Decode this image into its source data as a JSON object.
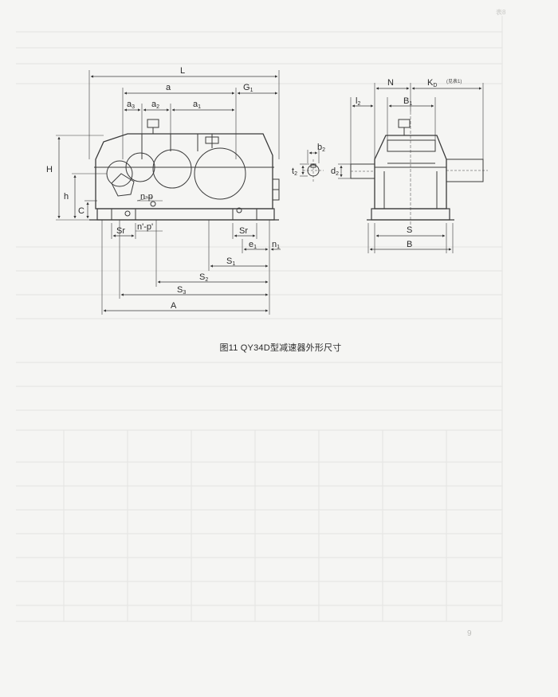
{
  "header": {
    "corner_mark": "表8"
  },
  "figure": {
    "caption": "图11 QY34D型减速器外形尺寸",
    "labels": {
      "L": "L",
      "a": "a",
      "G1": "G",
      "G1_sub": "1",
      "a3": "a",
      "a3_sub": "3",
      "a2": "a",
      "a2_sub": "2",
      "a1": "a",
      "a1_sub": "1",
      "H": "H",
      "h": "h",
      "C": "C",
      "np": "n-p",
      "nprime": "n'-p'",
      "Sr_left": "Sr",
      "Sr_right": "Sr",
      "e1": "e",
      "e1_sub": "1",
      "n1": "n",
      "n1_sub": "1",
      "S1": "S",
      "S1_sub": "1",
      "S2": "S",
      "S2_sub": "2",
      "S3": "S",
      "S3_sub": "3",
      "A": "A",
      "b2": "b",
      "b2_sub": "2",
      "t2": "t",
      "t2_sub": "2",
      "d2": "d",
      "d2_sub": "2",
      "N": "N",
      "KD": "K",
      "KD_sub": "D",
      "KD_note": "(见表1)",
      "l2": "l",
      "l2_sub": "2",
      "B1": "B",
      "B1_sub": "1",
      "S_side": "S",
      "B_side": "B"
    }
  },
  "footer": {
    "section_mark": "9"
  }
}
